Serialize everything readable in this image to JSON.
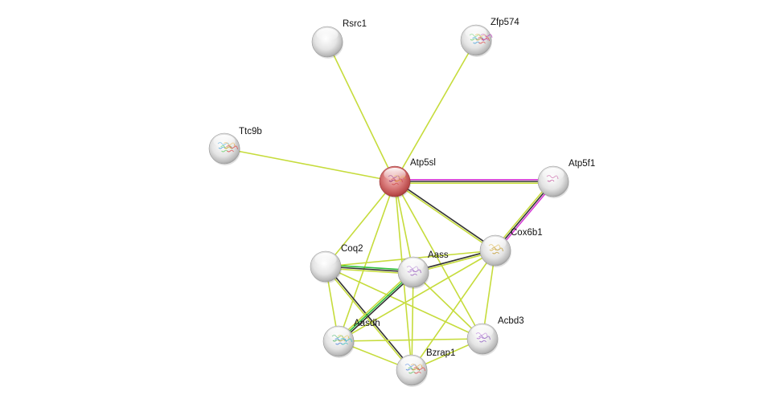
{
  "title": "Protein interaction network",
  "colors": {
    "textmining": "#c6dc3c",
    "coexpression": "#333333",
    "experimental": "#d63bd6",
    "database": "#2fbf3a",
    "query_node": "#d35f5f",
    "node": "#d9d9d9"
  },
  "nodes": [
    {
      "id": "Rsrc1",
      "label": "Rsrc1",
      "query": false,
      "structure": false
    },
    {
      "id": "Zfp574",
      "label": "Zfp574",
      "query": false,
      "structure": true
    },
    {
      "id": "Ttc9b",
      "label": "Ttc9b",
      "query": false,
      "structure": true
    },
    {
      "id": "Atp5sl",
      "label": "Atp5sl",
      "query": true,
      "structure": true
    },
    {
      "id": "Atp5f1",
      "label": "Atp5f1",
      "query": false,
      "structure": true
    },
    {
      "id": "Cox6b1",
      "label": "Cox6b1",
      "query": false,
      "structure": true
    },
    {
      "id": "Coq2",
      "label": "Coq2",
      "query": false,
      "structure": false
    },
    {
      "id": "Aass",
      "label": "Aass",
      "query": false,
      "structure": true
    },
    {
      "id": "Aasdh",
      "label": "Aasdh",
      "query": false,
      "structure": true
    },
    {
      "id": "Acbd3",
      "label": "Acbd3",
      "query": false,
      "structure": true
    },
    {
      "id": "Bzrap1",
      "label": "Bzrap1",
      "query": false,
      "structure": true
    }
  ],
  "edges": [
    {
      "source": "Atp5sl",
      "target": "Rsrc1",
      "evidence": [
        "textmining"
      ]
    },
    {
      "source": "Atp5sl",
      "target": "Zfp574",
      "evidence": [
        "textmining"
      ]
    },
    {
      "source": "Atp5sl",
      "target": "Ttc9b",
      "evidence": [
        "textmining"
      ]
    },
    {
      "source": "Atp5sl",
      "target": "Atp5f1",
      "evidence": [
        "experimental",
        "coexpression",
        "textmining"
      ]
    },
    {
      "source": "Atp5f1",
      "target": "Cox6b1",
      "evidence": [
        "experimental",
        "coexpression",
        "textmining"
      ]
    },
    {
      "source": "Atp5sl",
      "target": "Cox6b1",
      "evidence": [
        "coexpression",
        "textmining"
      ]
    },
    {
      "source": "Atp5sl",
      "target": "Coq2",
      "evidence": [
        "textmining"
      ]
    },
    {
      "source": "Atp5sl",
      "target": "Aass",
      "evidence": [
        "textmining"
      ]
    },
    {
      "source": "Atp5sl",
      "target": "Aasdh",
      "evidence": [
        "textmining"
      ]
    },
    {
      "source": "Atp5sl",
      "target": "Bzrap1",
      "evidence": [
        "textmining"
      ]
    },
    {
      "source": "Atp5sl",
      "target": "Acbd3",
      "evidence": [
        "textmining"
      ]
    },
    {
      "source": "Coq2",
      "target": "Aass",
      "evidence": [
        "database",
        "coexpression",
        "textmining"
      ]
    },
    {
      "source": "Coq2",
      "target": "Cox6b1",
      "evidence": [
        "textmining"
      ]
    },
    {
      "source": "Coq2",
      "target": "Aasdh",
      "evidence": [
        "textmining"
      ]
    },
    {
      "source": "Coq2",
      "target": "Bzrap1",
      "evidence": [
        "coexpression",
        "textmining"
      ]
    },
    {
      "source": "Coq2",
      "target": "Acbd3",
      "evidence": [
        "textmining"
      ]
    },
    {
      "source": "Aass",
      "target": "Aasdh",
      "evidence": [
        "coexpression",
        "database",
        "textmining"
      ]
    },
    {
      "source": "Aass",
      "target": "Cox6b1",
      "evidence": [
        "coexpression",
        "textmining"
      ]
    },
    {
      "source": "Aass",
      "target": "Bzrap1",
      "evidence": [
        "textmining"
      ]
    },
    {
      "source": "Aass",
      "target": "Acbd3",
      "evidence": [
        "textmining"
      ]
    },
    {
      "source": "Cox6b1",
      "target": "Aasdh",
      "evidence": [
        "textmining"
      ]
    },
    {
      "source": "Cox6b1",
      "target": "Bzrap1",
      "evidence": [
        "textmining"
      ]
    },
    {
      "source": "Cox6b1",
      "target": "Acbd3",
      "evidence": [
        "textmining"
      ]
    },
    {
      "source": "Aasdh",
      "target": "Acbd3",
      "evidence": [
        "textmining"
      ]
    },
    {
      "source": "Aasdh",
      "target": "Bzrap1",
      "evidence": [
        "textmining"
      ]
    },
    {
      "source": "Bzrap1",
      "target": "Acbd3",
      "evidence": [
        "textmining"
      ]
    }
  ]
}
